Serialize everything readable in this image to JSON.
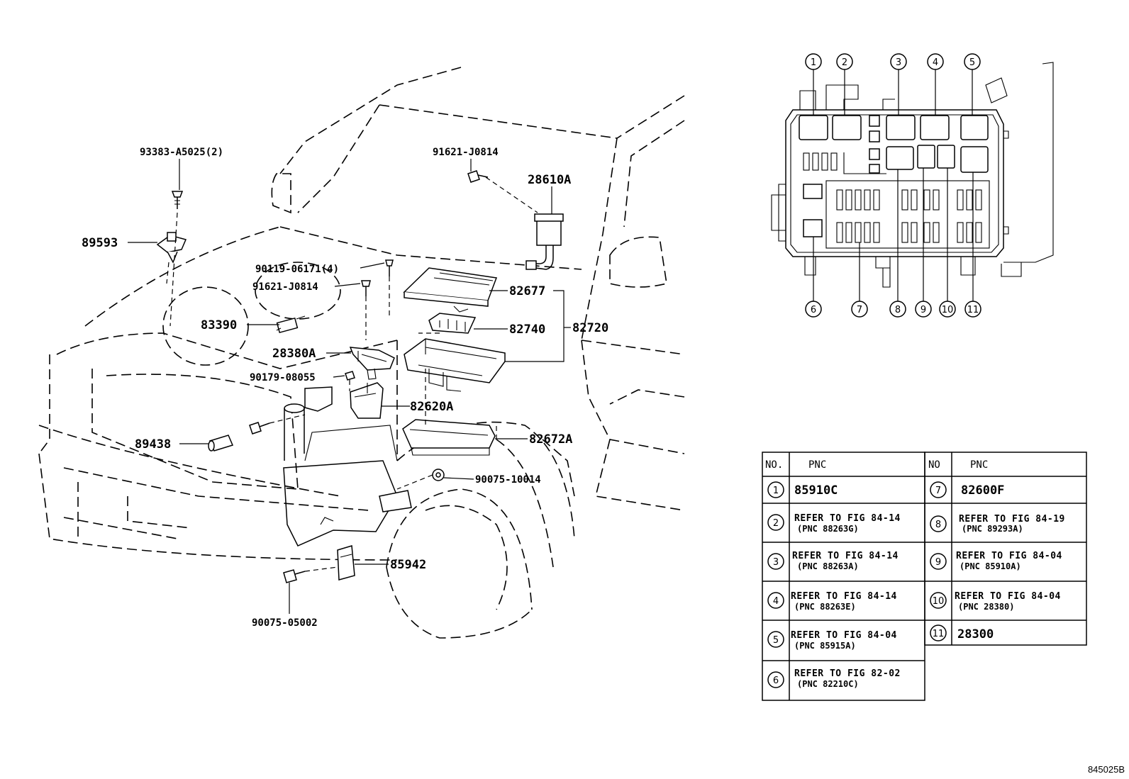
{
  "callouts": {
    "c1": "93383-A5025(2)",
    "c2": "89593",
    "c3": "91621-J0814",
    "c4": "28610A",
    "c5": "90119-06171(4)",
    "c6": "91621-J0814",
    "c7": "83390",
    "c8": "82677",
    "c9": "82740",
    "c10": "82720",
    "c11": "28380A",
    "c12": "90179-08055",
    "c13": "82620A",
    "c14": "89438",
    "c15": "82672A",
    "c16": "90075-10014",
    "c17": "85942",
    "c18": "90075-05002"
  },
  "relay_box": {
    "top_numbers": [
      "1",
      "2",
      "3",
      "4",
      "5"
    ],
    "bottom_numbers": [
      "6",
      "7",
      "8",
      "9",
      "10",
      "11"
    ]
  },
  "table": {
    "headers": {
      "no": "NO.",
      "pnc": "PNC",
      "no2": "NO",
      "pnc2": "PNC"
    },
    "left": [
      {
        "no": "1",
        "line1": "85910C",
        "line2": ""
      },
      {
        "no": "2",
        "line1": "REFER TO FIG 84-14",
        "line2": "(PNC 88263G)"
      },
      {
        "no": "3",
        "line1": "REFER TO FIG 84-14",
        "line2": "(PNC 88263A)"
      },
      {
        "no": "4",
        "line1": "REFER TO FIG 84-14",
        "line2": "(PNC 88263E)"
      },
      {
        "no": "5",
        "line1": "REFER TO FIG 84-04",
        "line2": "(PNC 85915A)"
      },
      {
        "no": "6",
        "line1": "REFER TO FIG 82-02",
        "line2": "(PNC 82210C)"
      }
    ],
    "right": [
      {
        "no": "7",
        "line1": "82600F",
        "line2": ""
      },
      {
        "no": "8",
        "line1": "REFER TO FIG 84-19",
        "line2": "(PNC 89293A)"
      },
      {
        "no": "9",
        "line1": "REFER TO FIG 84-04",
        "line2": "(PNC 85910A)"
      },
      {
        "no": "10",
        "line1": "REFER TO FIG 84-04",
        "line2": "(PNC 28380)"
      },
      {
        "no": "11",
        "line1": "28300",
        "line2": ""
      }
    ]
  },
  "figure_code": "845025B"
}
